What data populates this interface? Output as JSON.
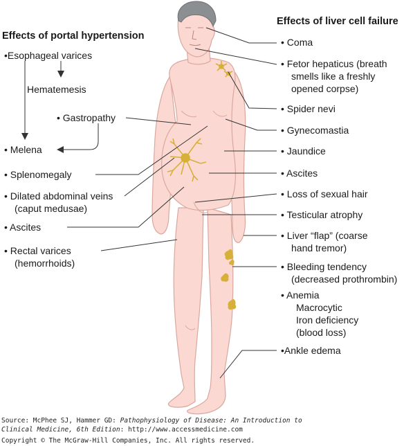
{
  "headers": {
    "left": "Effects of portal hypertension",
    "right": "Effects of liver cell failure"
  },
  "left_labels": {
    "esophageal": "•Esophageal varices",
    "hematemesis": "Hematemesis",
    "gastropathy": "• Gastropathy",
    "melena": "•  Melena",
    "splenomegaly": "•  Splenomegaly",
    "dilated_1": "•  Dilated abdominal veins",
    "dilated_2": "(caput medusae)",
    "ascites": "•  Ascites",
    "rectal_1": "•  Rectal varices",
    "rectal_2": "(hemorrhoids)"
  },
  "right_labels": {
    "coma": "•  Coma",
    "fetor_1": "•  Fetor hepaticus (breath",
    "fetor_2": "smells like a freshly",
    "fetor_3": "opened corpse)",
    "spider": "•  Spider nevi",
    "gynecomastia": "•  Gynecomastia",
    "jaundice": "•  Jaundice",
    "ascites": "•  Ascites",
    "sexual_hair": "•  Loss of sexual hair",
    "testicular": "•  Testicular atrophy",
    "flap_1": "•  Liver “flap” (coarse",
    "flap_2": "hand tremor)",
    "bleeding_1": "•  Bleeding tendency",
    "bleeding_2": "(decreased prothrombin)",
    "anemia_1": "•  Anemia",
    "anemia_2": "Macrocytic",
    "anemia_3": "Iron deficiency",
    "anemia_4": "(blood loss)",
    "ankle": "•Ankle edema"
  },
  "footer": {
    "source_prefix": "Source: McPhee SJ, Hammer GD: ",
    "source_title_1": "Pathophysiology of Disease: An Introduction to",
    "source_title_2": "Clinical Medicine, 6th Edition",
    "source_url": ": http://www.accessmedicine.com",
    "copyright": "Copyright © The McGraw-Hill Companies, Inc. All rights reserved."
  },
  "colors": {
    "skin": "#fbd9d2",
    "skin_outline": "#d9a79e",
    "hair": "#8c8f92",
    "varices": "#d7b03a",
    "line": "#333333"
  }
}
